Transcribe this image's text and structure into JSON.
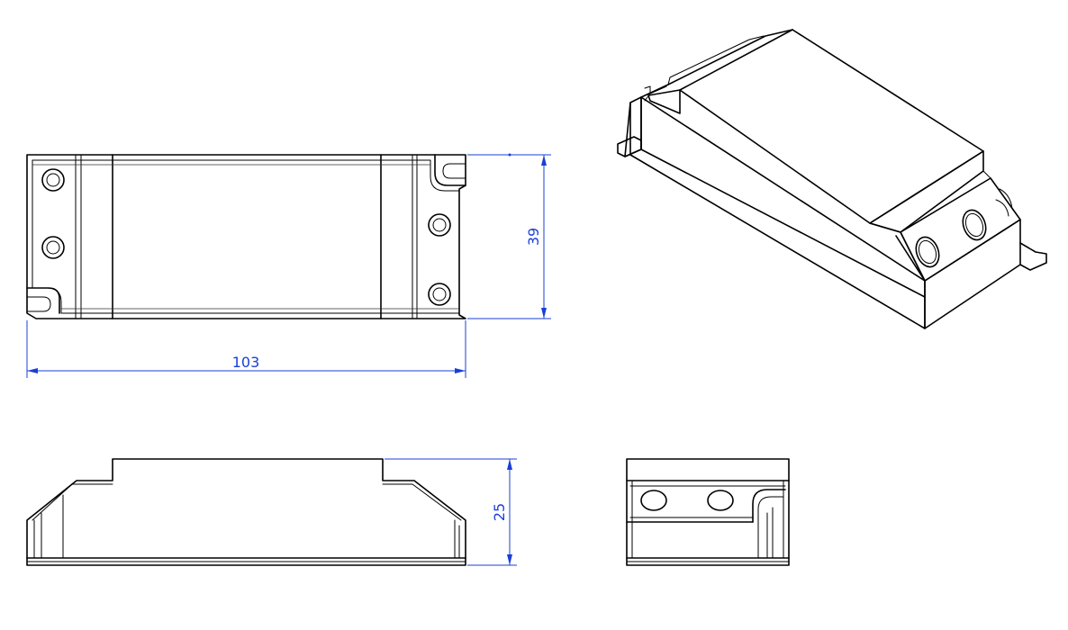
{
  "dimensions": {
    "length": "103",
    "width": "39",
    "height": "25"
  },
  "colors": {
    "outline": "#000000",
    "dimension": "#1a3fd6",
    "background": "#ffffff"
  },
  "views": [
    "top-view",
    "isometric-view",
    "side-view",
    "end-view"
  ]
}
